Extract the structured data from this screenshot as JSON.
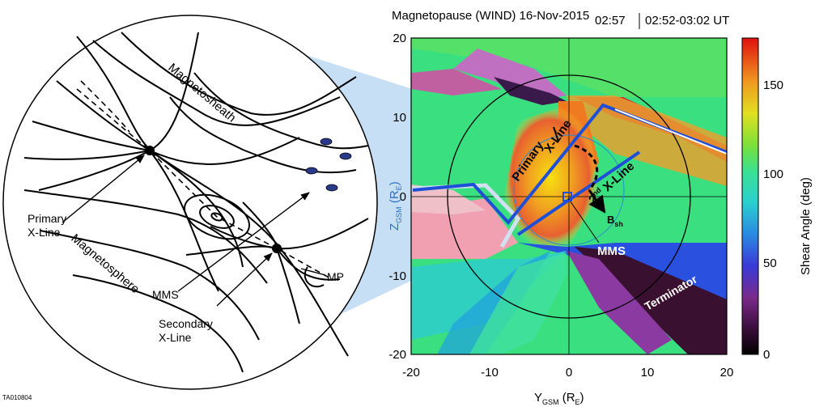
{
  "plot": {
    "title": "Magnetopause (WIND) 16-Nov-2015",
    "time": "02:57",
    "time_range": "02:52-03:02 UT",
    "xlabel": "Y",
    "xlabel_sub": "GSM",
    "xlabel_unit": " (R",
    "xlabel_unit_sub": "E",
    "xlabel_close": ")",
    "ylabel": "Z",
    "ylabel_sub": "GSM",
    "ylabel_unit": " (R",
    "ylabel_unit_sub": "E",
    "ylabel_close": ")",
    "x_ticks": [
      "-20",
      "-10",
      "0",
      "10",
      "20"
    ],
    "y_ticks": [
      "20",
      "10",
      "0",
      "-10",
      "-20"
    ],
    "annotations": {
      "primary": "Primary",
      "x_line": "X-Line",
      "second_2": "2",
      "second_nd": "nd",
      "second_xline": " X-Line",
      "bsh": "B",
      "bsh_sub": "sh",
      "mms": "MMS",
      "terminator": "Terminator"
    },
    "colorbar": {
      "label": "Shear Angle (deg)",
      "ticks": [
        "150",
        "100",
        "50",
        "0"
      ]
    }
  },
  "inset": {
    "magnetosheath": "Magnetosheath",
    "magnetosphere": "Magnetosphere",
    "primary_xline_1": "Primary",
    "primary_xline_2": "X-Line",
    "mms": "MMS",
    "secondary_xline_1": "Secondary",
    "secondary_xline_2": "X-Line",
    "mp": "MP"
  },
  "figure_id": "TA010804",
  "colors": {
    "line_blue": "#1f4fd6",
    "inset_fill": "#bcd9f2",
    "frame": "#000000"
  }
}
